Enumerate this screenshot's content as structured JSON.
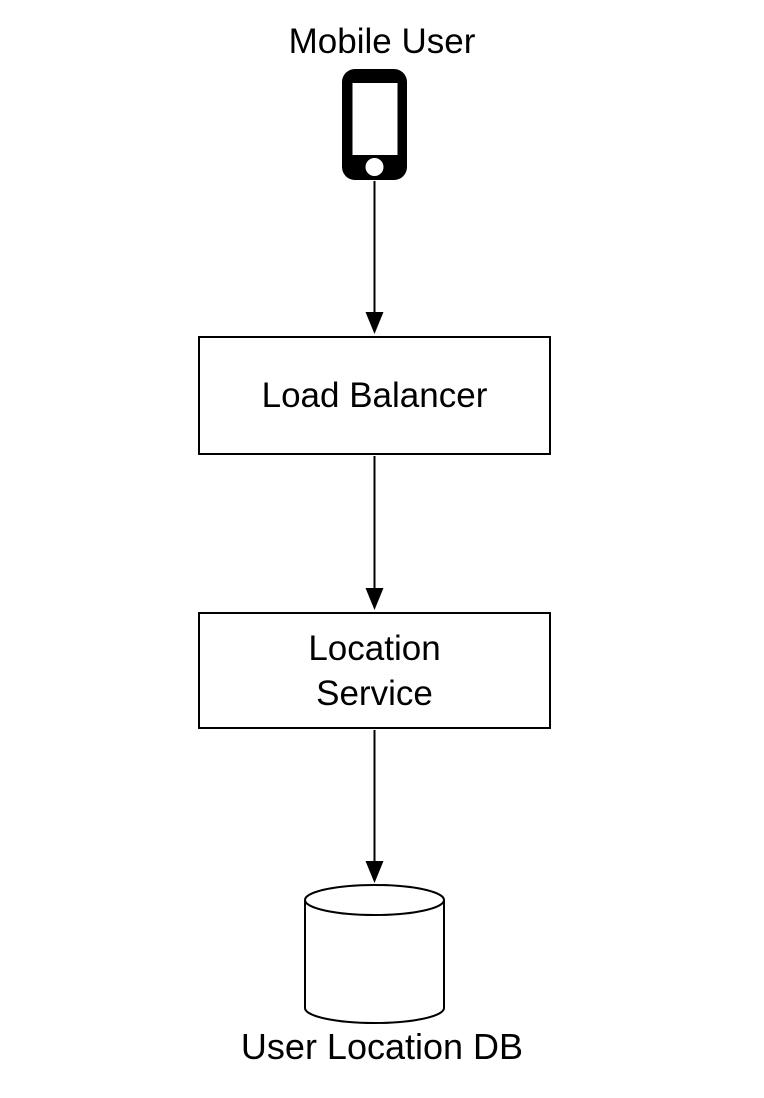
{
  "diagram": {
    "background_color": "#ffffff",
    "stroke_color": "#000000",
    "fill_color": "#ffffff",
    "nodes": [
      {
        "id": "mobile-user",
        "type": "actor",
        "icon": "mobile-phone-icon",
        "label": "Mobile User"
      },
      {
        "id": "load-balancer",
        "type": "process-box",
        "label": "Load Balancer"
      },
      {
        "id": "location-service",
        "type": "process-box",
        "label": "Location\nService"
      },
      {
        "id": "user-location-db",
        "type": "database-cylinder",
        "icon": "database-cylinder-icon",
        "label": "User Location DB"
      }
    ],
    "edges": [
      {
        "from": "mobile-user",
        "to": "load-balancer",
        "style": "solid-arrow-down"
      },
      {
        "from": "load-balancer",
        "to": "location-service",
        "style": "solid-arrow-down"
      },
      {
        "from": "location-service",
        "to": "user-location-db",
        "style": "solid-arrow-down"
      }
    ]
  }
}
